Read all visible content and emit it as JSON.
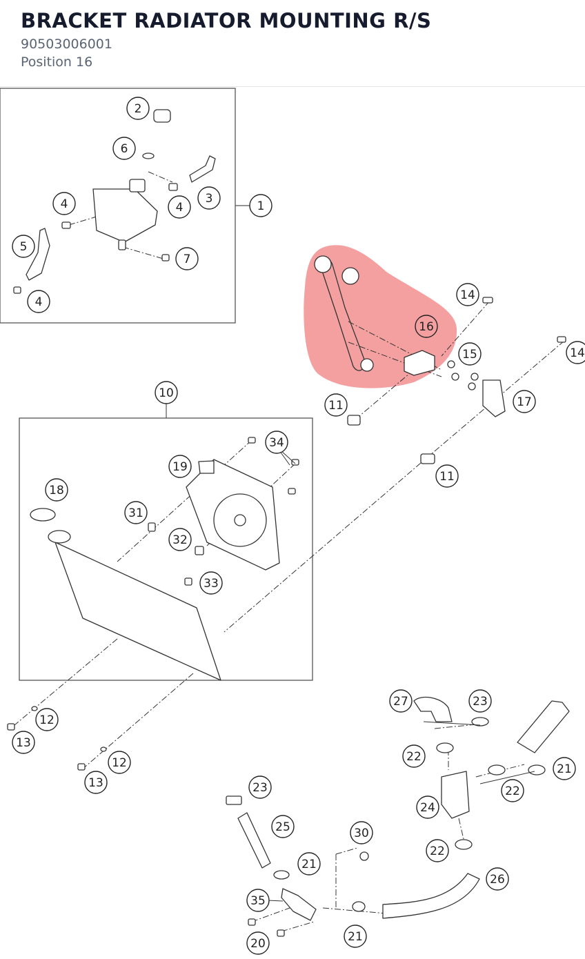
{
  "header": {
    "title": "BRACKET RADIATOR MOUNTING R/S",
    "part_number": "90503006001",
    "position": "Position 16"
  },
  "highlight": {
    "callout": "16",
    "color": "#f08080"
  },
  "colors": {
    "line": "#333333",
    "box": "#555555"
  },
  "callouts": [
    "2",
    "6",
    "4",
    "3",
    "4",
    "1",
    "5",
    "7",
    "4",
    "14",
    "16",
    "15",
    "14",
    "17",
    "11",
    "10",
    "34",
    "19",
    "18",
    "11",
    "31",
    "32",
    "33",
    "12",
    "13",
    "12",
    "13",
    "27",
    "23",
    "22",
    "21",
    "22",
    "24",
    "23",
    "25",
    "21",
    "30",
    "22",
    "26",
    "35",
    "21",
    "20"
  ]
}
